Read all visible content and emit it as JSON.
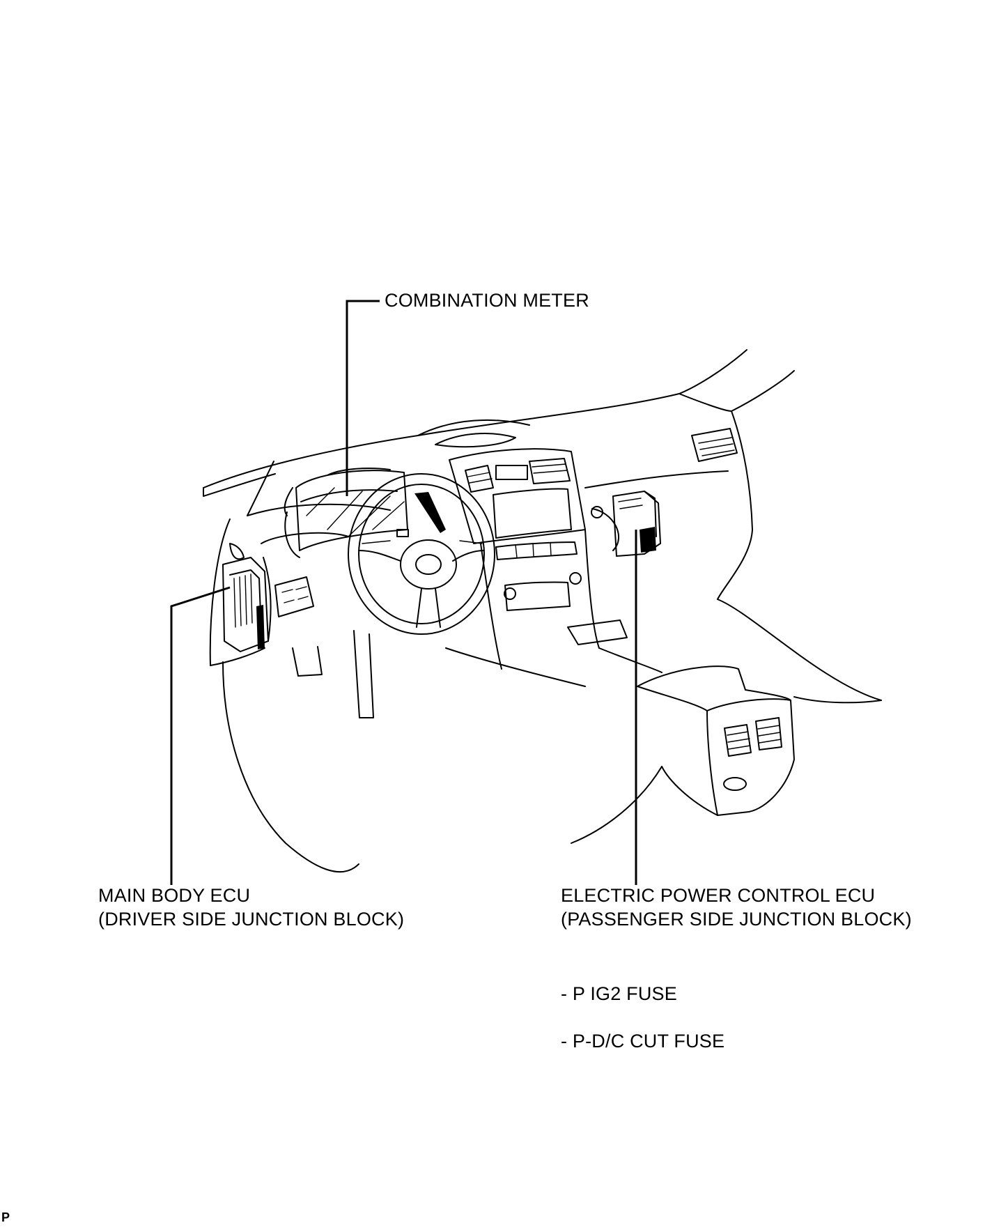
{
  "labels": {
    "combination_meter": "COMBINATION METER",
    "main_body_ecu": "MAIN BODY ECU",
    "driver_side_jb": "(DRIVER SIDE JUNCTION BLOCK)",
    "electric_power_control_ecu": "ELECTRIC POWER CONTROL ECU",
    "passenger_side_jb": "(PASSENGER SIDE JUNCTION BLOCK)",
    "fuse_1": "- P IG2 FUSE",
    "fuse_2": "- P-D/C CUT FUSE"
  },
  "corner_mark": "P"
}
